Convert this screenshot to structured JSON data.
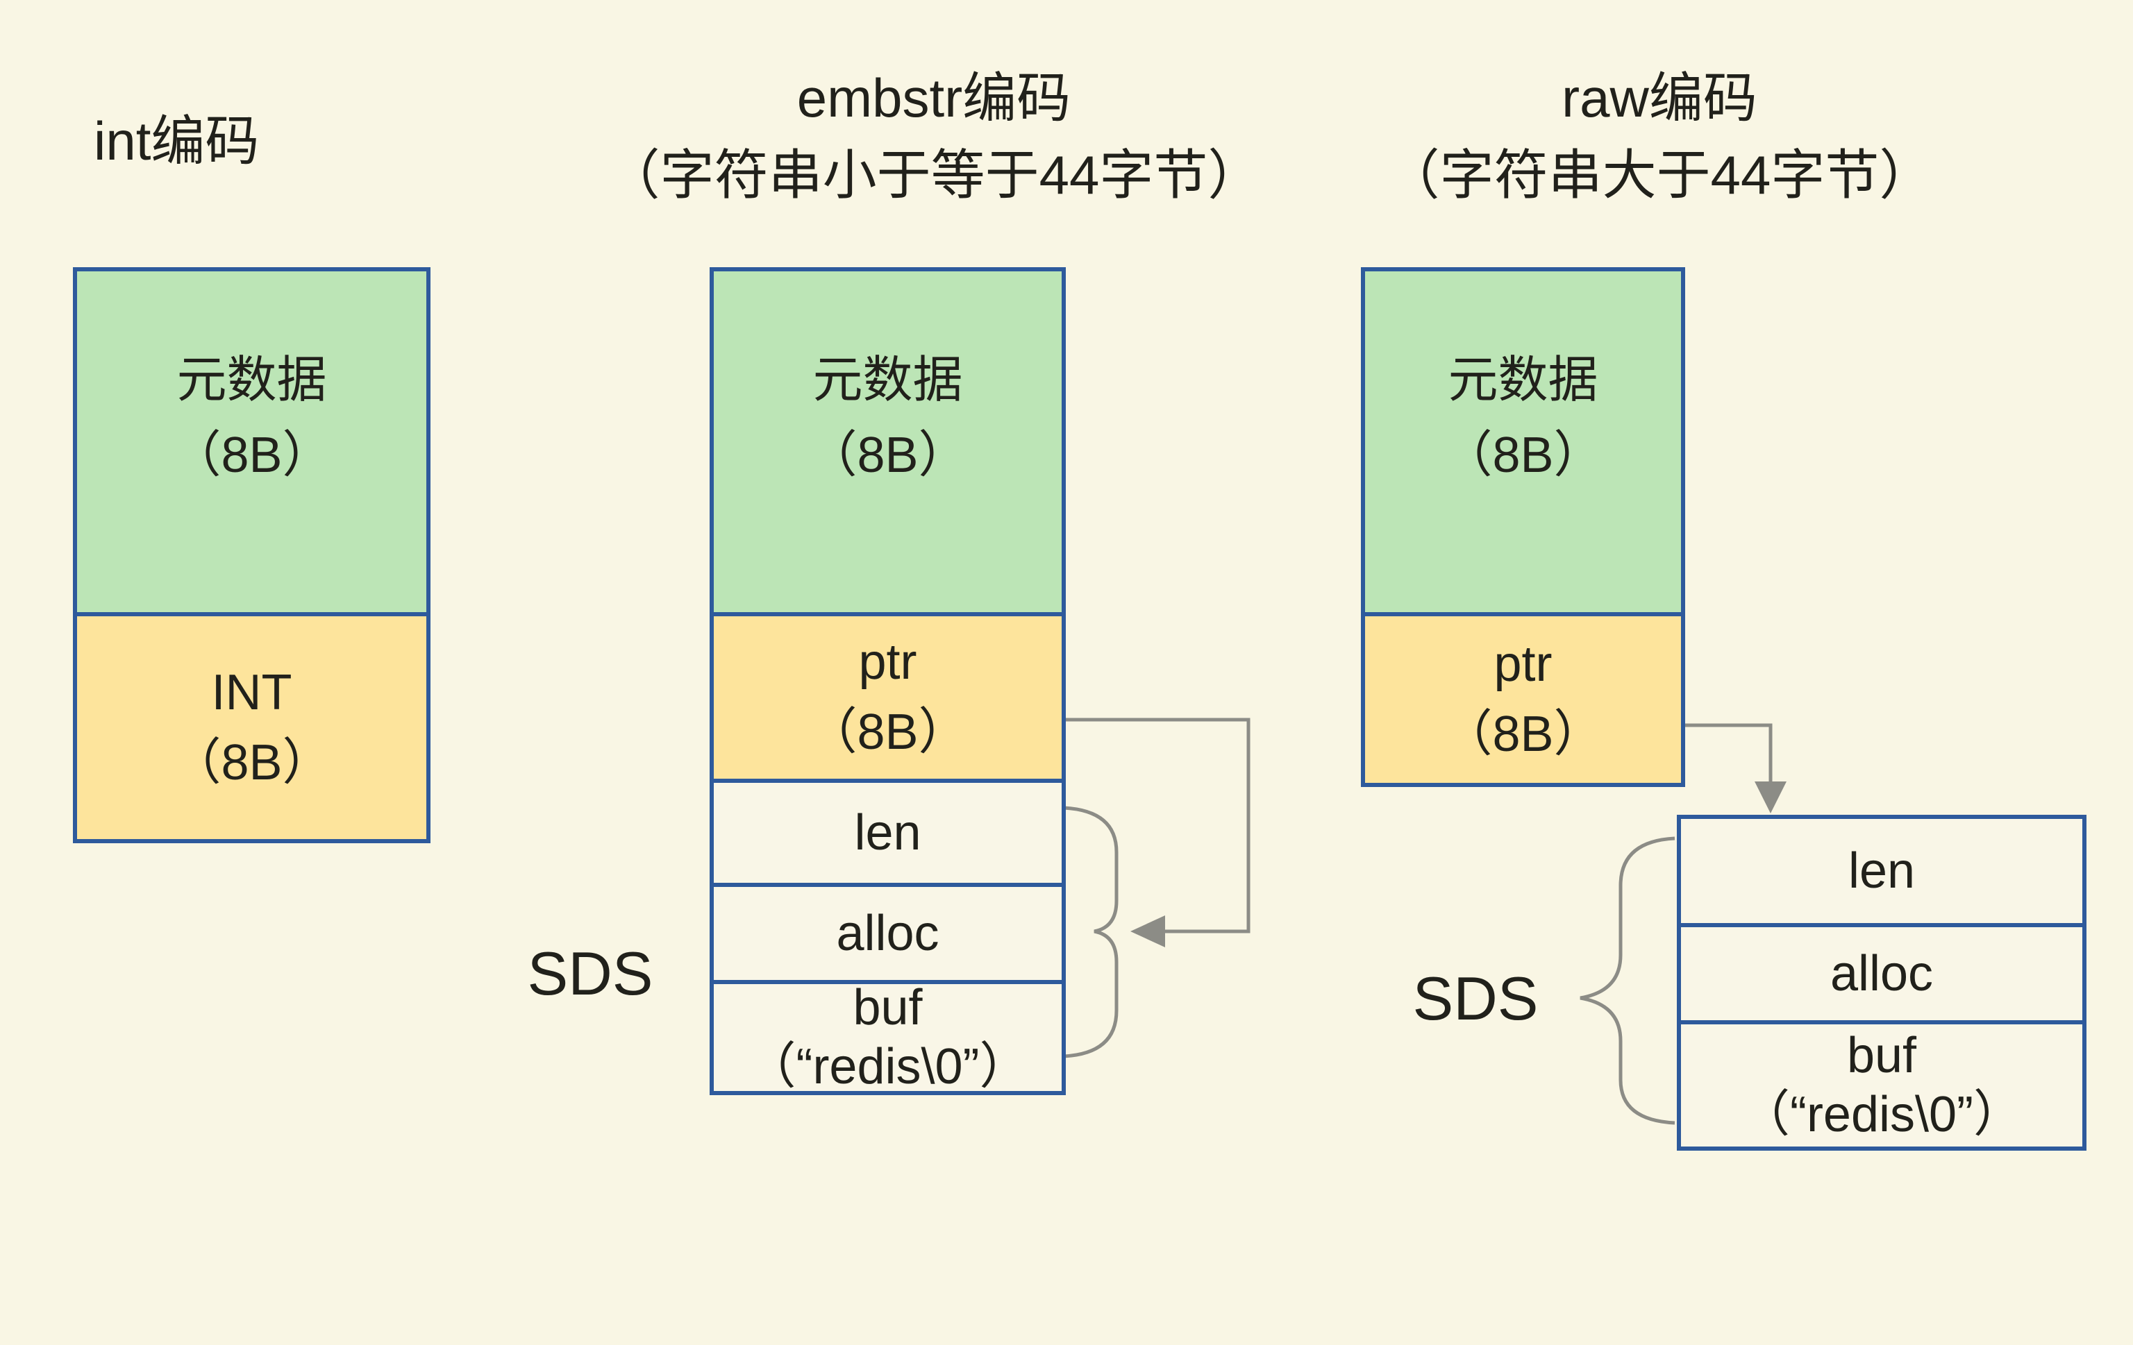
{
  "canvas": {
    "bg": "#f9f6e4",
    "green": "#bce5b6",
    "yellow": "#fde49c",
    "border_blue": "#2e5a9c",
    "line_gray": "#8c8c86",
    "text_color": "#21211b",
    "row_bg": "#f9f6e7"
  },
  "columns": {
    "int": {
      "title": "int编码",
      "meta": {
        "line1": "元数据",
        "line2": "（8B）"
      },
      "value": {
        "line1": "INT",
        "line2": "（8B）"
      }
    },
    "embstr": {
      "title_line1": "embstr编码",
      "title_line2": "（字符串小于等于44字节）",
      "meta": {
        "line1": "元数据",
        "line2": "（8B）"
      },
      "ptr": {
        "line1": "ptr",
        "line2": "（8B）"
      },
      "sds_label": "SDS",
      "rows": {
        "len": "len",
        "alloc": "alloc",
        "buf_line1": "buf",
        "buf_line2": "（“redis\\0”）"
      }
    },
    "raw": {
      "title_line1": "raw编码",
      "title_line2": "（字符串大于44字节）",
      "meta": {
        "line1": "元数据",
        "line2": "（8B）"
      },
      "ptr": {
        "line1": "ptr",
        "line2": "（8B）"
      },
      "sds_label": "SDS",
      "rows": {
        "len": "len",
        "alloc": "alloc",
        "buf_line1": "buf",
        "buf_line2": "（“redis\\0”）"
      }
    }
  }
}
